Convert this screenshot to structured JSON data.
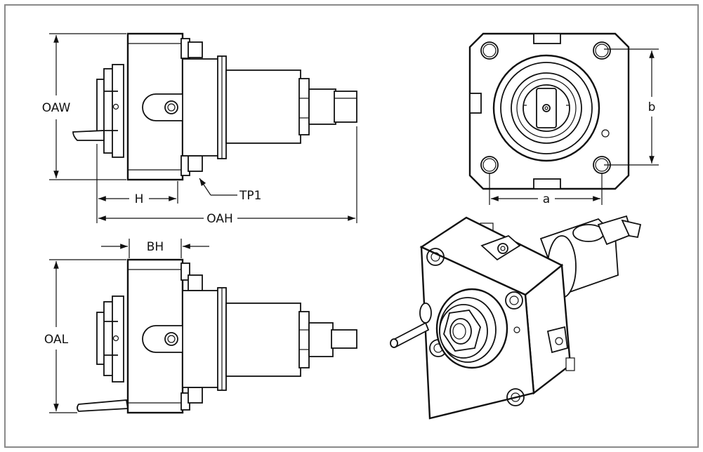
{
  "labels": {
    "oaw": "OAW",
    "h": "H",
    "tp1": "TP1",
    "oah": "OAH",
    "b": "b",
    "a": "a",
    "bh": "BH",
    "oal": "OAL"
  },
  "colors": {
    "line": "#111111",
    "frame": "#8a8a8a",
    "background": "#ffffff"
  }
}
